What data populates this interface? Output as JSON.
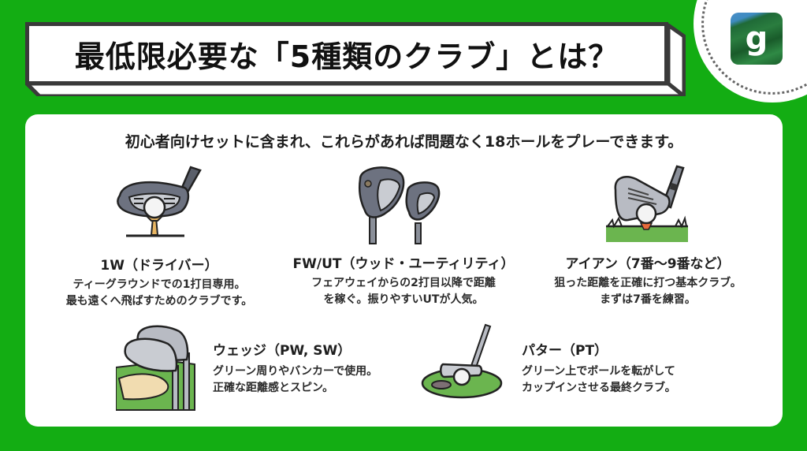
{
  "header": {
    "title": "最低限必要な「5種類のクラブ」とは？",
    "logo_icon": "golf-site-logo-icon",
    "logo_glyph": "g"
  },
  "colors": {
    "background": "#13ad13",
    "card": "#ffffff",
    "title_border": "#3a3a3a",
    "grass": "#6bb54f",
    "sand": "#f1dcb0",
    "tee_driver": "#e8b663",
    "tee_iron": "#e86a3a"
  },
  "card": {
    "subtitle": "初心者向けセットに含まれ、これらがあれば問題なく18ホールをプレーできます。",
    "clubs": [
      {
        "icon": "driver-icon",
        "title": "1W（ドライバー）",
        "desc_lines": [
          "ティーグラウンドでの1打目専用。",
          "最も遠くへ飛ばすためのクラブです。"
        ]
      },
      {
        "icon": "fairway-wood-utility-icon",
        "title": "FW/UT（ウッド・ユーティリティ）",
        "desc_lines": [
          "フェアウェイからの2打目以降で距離",
          "を稼ぐ。振りやすいUTが人気。"
        ]
      },
      {
        "icon": "iron-icon",
        "title": "アイアン（7番～9番など）",
        "desc_lines": [
          "狙った距離を正確に打つ基本クラブ。",
          "まずは7番を練習。"
        ]
      },
      {
        "icon": "wedge-icon",
        "title": "ウェッジ（PW, SW）",
        "desc_lines": [
          "グリーン周りやバンカーで使用。",
          "正確な距離感とスピン。"
        ]
      },
      {
        "icon": "putter-icon",
        "title": "パター（PT）",
        "desc_lines": [
          "グリーン上でボールを転がして",
          "カップインさせる最終クラブ。"
        ]
      }
    ]
  }
}
